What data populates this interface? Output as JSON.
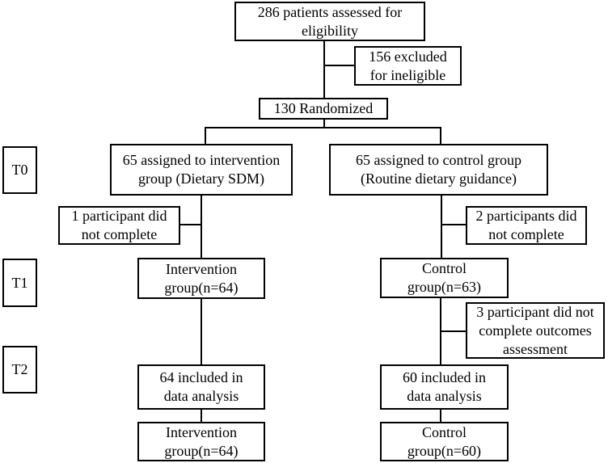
{
  "timepoints": {
    "t0": "T0",
    "t1": "T1",
    "t2": "T2"
  },
  "assessed": {
    "line1": "286 patients assessed for",
    "line2": "eligibility"
  },
  "excluded": {
    "line1": "156 excluded",
    "line2": "for ineligible"
  },
  "randomized": {
    "line1": "130 Randomized"
  },
  "intervention_assigned": {
    "line1": "65 assigned to intervention",
    "line2": "group (Dietary SDM)"
  },
  "control_assigned": {
    "line1": "65 assigned to control group",
    "line2": "(Routine dietary guidance)"
  },
  "intervention_dropout": {
    "line1": "1 participant did",
    "line2": "not complete"
  },
  "control_dropout": {
    "line1": "2 participants did",
    "line2": "not complete"
  },
  "intervention_t1": {
    "line1": "Intervention",
    "line2": "group(n=64)"
  },
  "control_t1": {
    "line1": "Control",
    "line2": "group(n=63)"
  },
  "control_dropout_t2": {
    "line1": "3 participant did not",
    "line2": "complete outcomes",
    "line3": "assessment"
  },
  "intervention_analysis": {
    "line1": "64 included in",
    "line2": "data analysis"
  },
  "control_analysis": {
    "line1": "60 included in",
    "line2": "data analysis"
  },
  "intervention_final": {
    "line1": "Intervention",
    "line2": "group(n=64)"
  },
  "control_final": {
    "line1": "Control",
    "line2": "group(n=60)"
  }
}
